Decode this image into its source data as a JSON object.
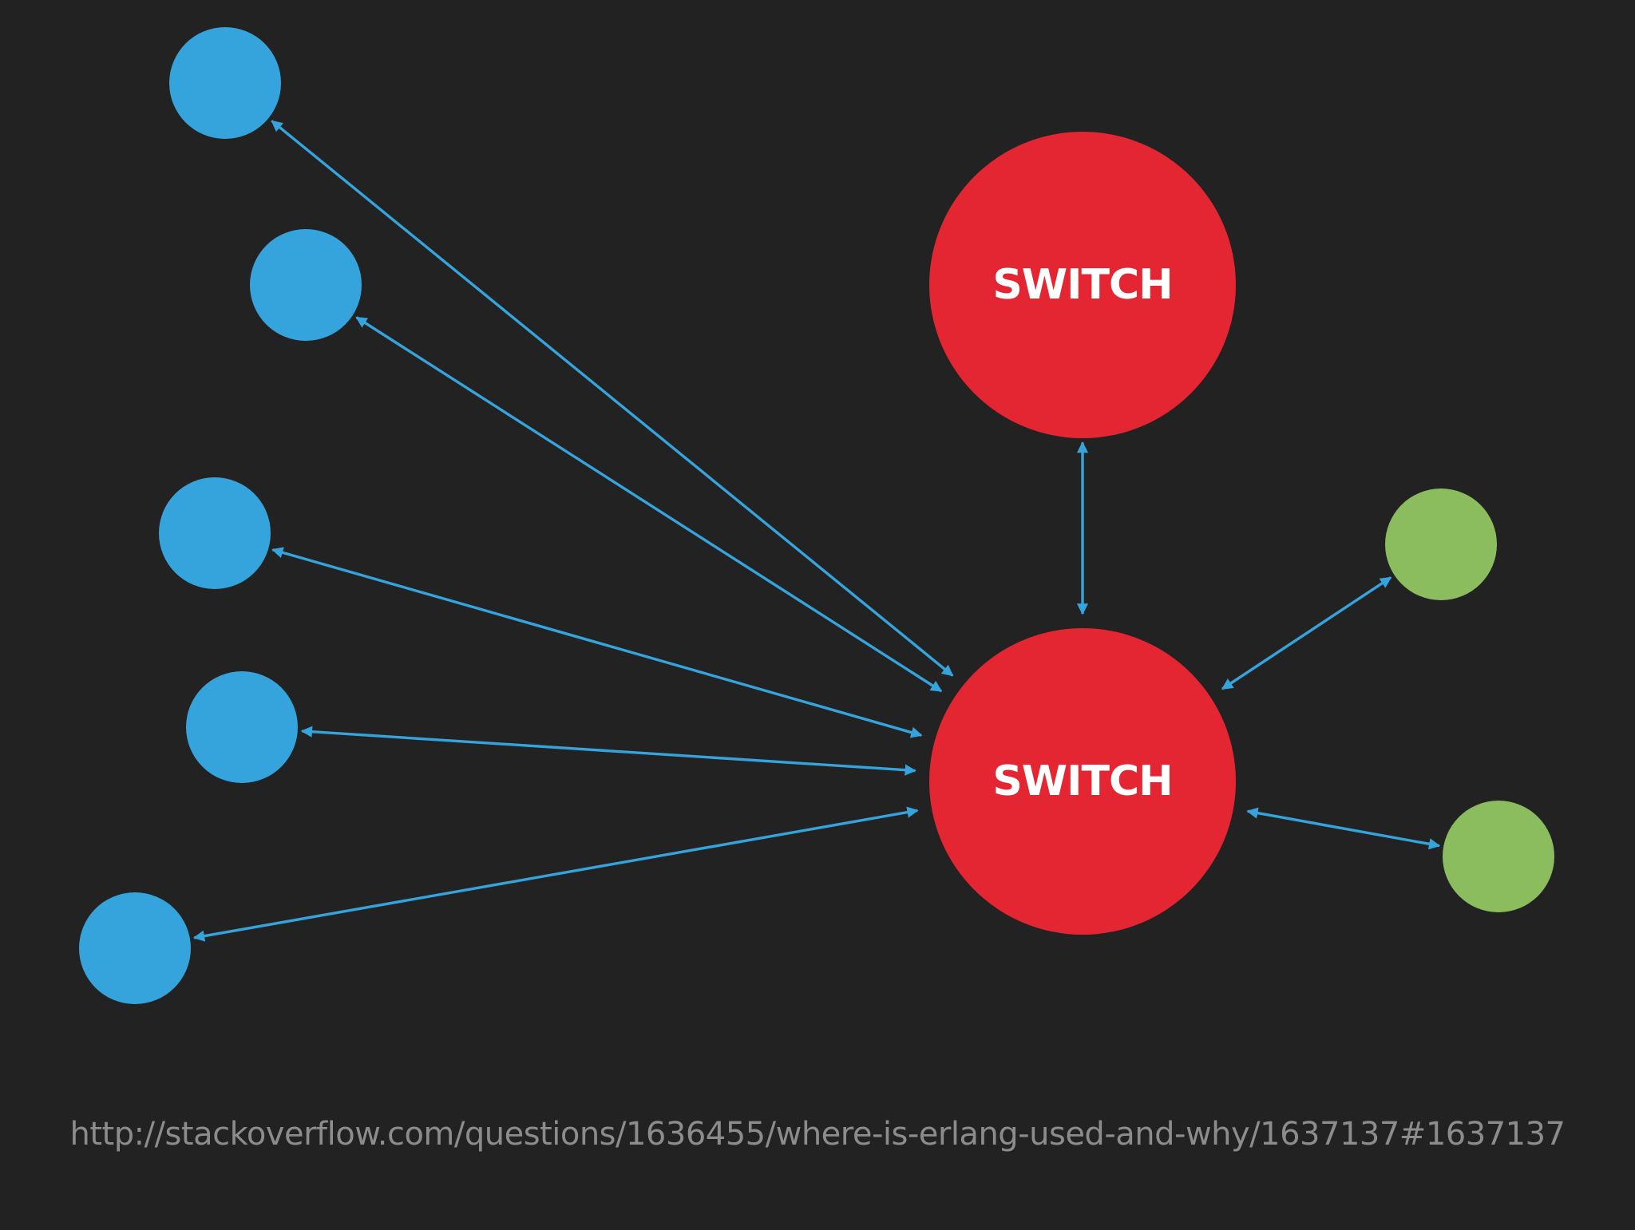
{
  "diagram": {
    "background": "#222222",
    "colors": {
      "switch": "#e42532",
      "client": "#35a4dd",
      "peer": "#8bbd5f",
      "edge": "#35a4dd",
      "label": "#ffffff"
    },
    "nodes": [
      {
        "id": "switch-top",
        "kind": "switch",
        "label": "SWITCH"
      },
      {
        "id": "switch-main",
        "kind": "switch",
        "label": "SWITCH"
      },
      {
        "id": "client-1",
        "kind": "client"
      },
      {
        "id": "client-2",
        "kind": "client"
      },
      {
        "id": "client-3",
        "kind": "client"
      },
      {
        "id": "client-4",
        "kind": "client"
      },
      {
        "id": "client-5",
        "kind": "client"
      },
      {
        "id": "peer-1",
        "kind": "peer"
      },
      {
        "id": "peer-2",
        "kind": "peer"
      }
    ],
    "edges": [
      {
        "from": "switch-main",
        "to": "client-1",
        "direction": "bidirectional"
      },
      {
        "from": "switch-main",
        "to": "client-2",
        "direction": "bidirectional"
      },
      {
        "from": "switch-main",
        "to": "client-3",
        "direction": "bidirectional"
      },
      {
        "from": "switch-main",
        "to": "client-4",
        "direction": "bidirectional"
      },
      {
        "from": "switch-main",
        "to": "client-5",
        "direction": "bidirectional"
      },
      {
        "from": "switch-main",
        "to": "switch-top",
        "direction": "bidirectional"
      },
      {
        "from": "switch-main",
        "to": "peer-1",
        "direction": "bidirectional"
      },
      {
        "from": "switch-main",
        "to": "peer-2",
        "direction": "bidirectional"
      }
    ]
  },
  "footer": {
    "source_url": "http://stackoverflow.com/questions/1636455/where-is-erlang-used-and-why/1637137#1637137"
  }
}
